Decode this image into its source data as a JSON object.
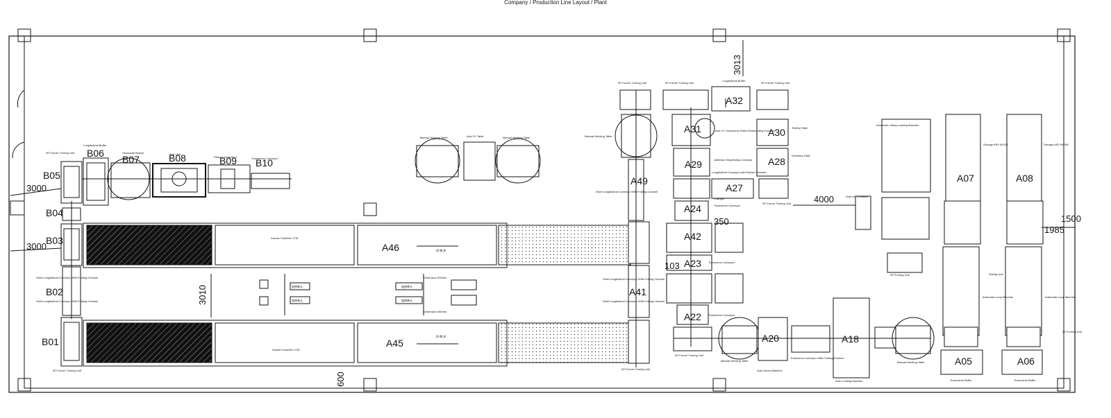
{
  "top_caption": "Company / Production Line Layout / Plant",
  "units": {
    "B01": "B01",
    "B02": "B02",
    "B03": "B03",
    "B04": "B04",
    "B05": "B05",
    "B06": "B06",
    "B07": "B07",
    "B08": "B08",
    "B09": "B09",
    "B10": "B10",
    "A45": "A45",
    "A46": "A46",
    "A49": "A49",
    "A41": "A41",
    "A42": "A42",
    "A22": "A22",
    "A23": "A23",
    "A24": "A24",
    "A27": "A27",
    "A28": "A28",
    "A29": "A29",
    "A30": "A30",
    "A31": "A31",
    "A32": "A32",
    "A20": "A20",
    "A18": "A18",
    "A07": "A07",
    "A08": "A08",
    "A05": "A05",
    "A06": "A06"
  },
  "dimensions": {
    "d3000a": "3000",
    "d3000b": "3000",
    "d3010": "3010",
    "d600": "600",
    "d3013": "3013",
    "d4000": "4000",
    "d1500": "1500",
    "d1985": "1985",
    "d350": "350",
    "d103": "103"
  },
  "captions": {
    "b05_turn": "90°Corner Turning Unit",
    "b06": "Longitudinal Buffer",
    "b07": "Horizontal Rotary",
    "b08": "Axis Unit",
    "b09": "Plasma Inspection",
    "b10": "Transverse Conveyor",
    "b02": "Shell Longitudinal Conveyor With Folding Channel",
    "b02b": "Shell Longitudinal Conveyor With Folding Channel",
    "b01": "90°Corner Turning Unit",
    "drying_top": "Double Chamber 2787",
    "drying_bottom": "Double Chamber 2787",
    "a46_cn": "烘 烤 炉",
    "a45_cn": "烘 烤 炉",
    "dim_top": "Dimension 300mm",
    "dim_bottom": "Dimension 450mm",
    "box1": "加热单元",
    "box2": "加热单元",
    "box3": "加热单元",
    "box4": "加热单元",
    "manual1": "Manual Working Table",
    "xy_table": "Axis XY Table",
    "manual2": "Manual Working Table",
    "a49_turn": "90°Corner Turning Unit",
    "a49_side": "Manual Working Table",
    "a49_shell": "Shell Longitudinal Conveyor With Folding Channel",
    "a41_shell": "Shell Longitudinal Conveyor With Folding Channel",
    "a41_shell2": "Shell Longitudinal Conveyor With Folding Channel",
    "bottom_turn": "90°Corner Turning Unit",
    "top_turn1": "90°Corner Turning Unit",
    "top_buffer": "Longitudinal Buffer",
    "top_turn2": "90°Corner Turning Unit",
    "a31": "Axis XY Transverse Robot Rebounding Function",
    "testing1": "Testing Table",
    "testing2": "Screwing Table",
    "a29": "Adhesive Dispensing Conveyor",
    "a27": "Longitudinal Conveyor with Rubber Channel",
    "a28": "90°Corner Turning Unit",
    "a22_trans": "Transverse Conveyor",
    "a23_trans": "Transverse Conveyor",
    "a24_trans": "Transverse Conveyor",
    "changer": "Changer",
    "turn_bottom": "90°Corner Turning Unit",
    "manual_bottom": "Manual Working Table",
    "a20": "Auto Screw Machine",
    "trans_fold": "Transverse Conveyor With Folding Channel",
    "a18": "Auto Coating Machine",
    "manual_r": "Manual Working Table",
    "side_lift": "Side Lift Conveyor",
    "turn_r": "90°Turning Unit",
    "auto_lift": "Automatic Lifting Loading Machine",
    "stage_a07": "Storage ARV MODE",
    "stage_a08": "Storage ARV MODE",
    "auto_loop": "Automatic Loop Machine",
    "auto_loop2": "Automatic Loop Machine",
    "trans_buf1": "Transverse Buffer",
    "trans_buf2": "Transverse Buffer",
    "turn_unit_r": "90°Turning Unit",
    "rolling": "Rolling Unit"
  }
}
